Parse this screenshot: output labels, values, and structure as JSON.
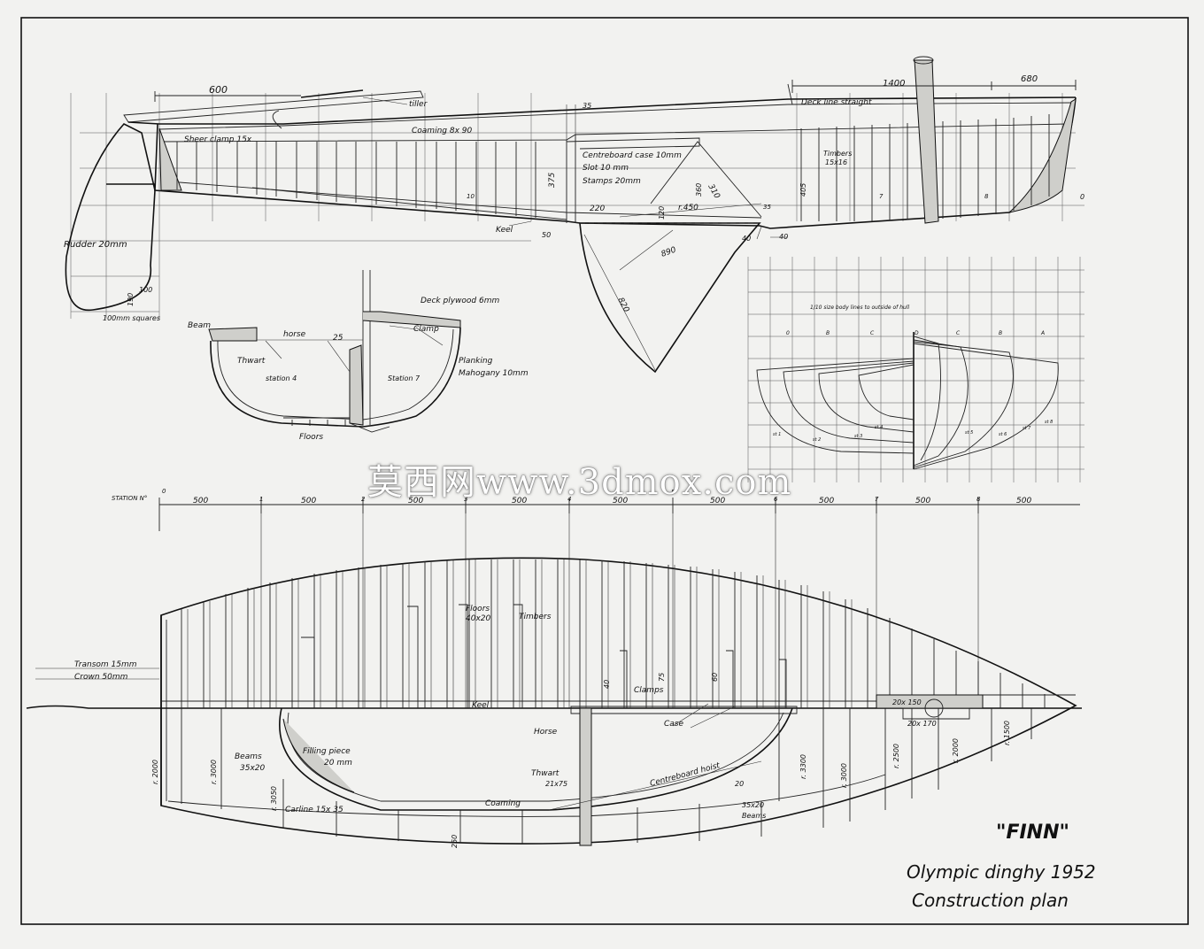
{
  "colors": {
    "paper": "#f2f2f0",
    "ink": "#111111",
    "wood": "#cfcfcb"
  },
  "title": {
    "name": "\"FINN\"",
    "line1": "Olympic dinghy 1952",
    "line2": "Construction plan"
  },
  "watermark": "莫西网www.3dmox.com",
  "profile": {
    "dim_600": "600",
    "tiller": "tiller",
    "sheer_clamp": "Sheer clamp 15x",
    "coaming": "Coaming 8x 90",
    "dim_35": "35",
    "dim_1400": "1400",
    "dim_680": "680",
    "deck_line": "Deck line straight",
    "centreboard_case": "Centreboard case 10mm",
    "slot": "Slot 10 mm",
    "stamps": "Stamps 20mm",
    "timbers": "Timbers",
    "timbers_size": "15x16",
    "dim_375": "375",
    "dim_310": "310",
    "dim_360": "360",
    "dim_405": "405",
    "dim_120": "120",
    "dim_r450": "r.450",
    "dim_220": "220",
    "dim_35b": "35",
    "keel": "Keel",
    "dim_50": "50",
    "dim_40a": "40",
    "dim_40b": "40",
    "dim_890": "890",
    "dim_820": "820",
    "rudder": "Rudder 20mm",
    "dim_100": "100",
    "dim_190": "190",
    "squares": "100mm squares",
    "station_num_10": "10",
    "station_num_7": "7",
    "station_num_8": "8",
    "zero": "0"
  },
  "section": {
    "beam": "Beam",
    "horse": "horse",
    "dim_25": "25",
    "deck_plywood": "Deck plywood 6mm",
    "clamp": "Clamp",
    "thwart": "Thwart",
    "station4": "station 4",
    "station7": "Station 7",
    "planking": "Planking",
    "mahogany": "Mahogany 10mm",
    "floors": "Floors"
  },
  "body_plan": {
    "note": "1/10 size body lines to outside of hull",
    "stations": [
      "0",
      "B",
      "C",
      "D",
      "C",
      "B",
      "A"
    ],
    "labels": [
      "st 1",
      "st 2",
      "st 3",
      "st 4",
      "st 5",
      "st 6",
      "st 7",
      "st 8"
    ]
  },
  "plan": {
    "station_label": "STATION N°",
    "station_marks": [
      "0",
      "1",
      "2",
      "3",
      "4",
      "5",
      "6",
      "7",
      "8"
    ],
    "spacing": [
      "500",
      "500",
      "500",
      "500",
      "500",
      "500",
      "500",
      "500",
      "500"
    ],
    "floors": "Floors",
    "floors_size": "40x20",
    "timbers": "Timbers",
    "transom": "Transom 15mm",
    "crown": "Crown 50mm",
    "dim_40": "40",
    "dim_75": "75",
    "dim_60": "60",
    "clamps": "Clamps",
    "keel": "Keel",
    "case": "Case",
    "dim_20x150": "20x 150",
    "dim_20x170": "20x 170",
    "horse": "Horse",
    "beams": "Beams",
    "beams_size": "35x20",
    "filling": "Filling piece",
    "filling_size": "20 mm",
    "thwart": "Thwart",
    "thwart_size": "21x75",
    "centreboard_hoist": "Centreboard hoist",
    "coaming": "Coaming",
    "carline": "Carline 15x 35",
    "beams2_size": "35x20",
    "beams2": "Beams",
    "dim_250": "250",
    "dim_20": "20",
    "radii": [
      "r. 2000",
      "r. 3000",
      "r. 3050",
      "r. 3300",
      "r. 3000",
      "r. 2500",
      "r. 2000",
      "r. 1500"
    ]
  }
}
